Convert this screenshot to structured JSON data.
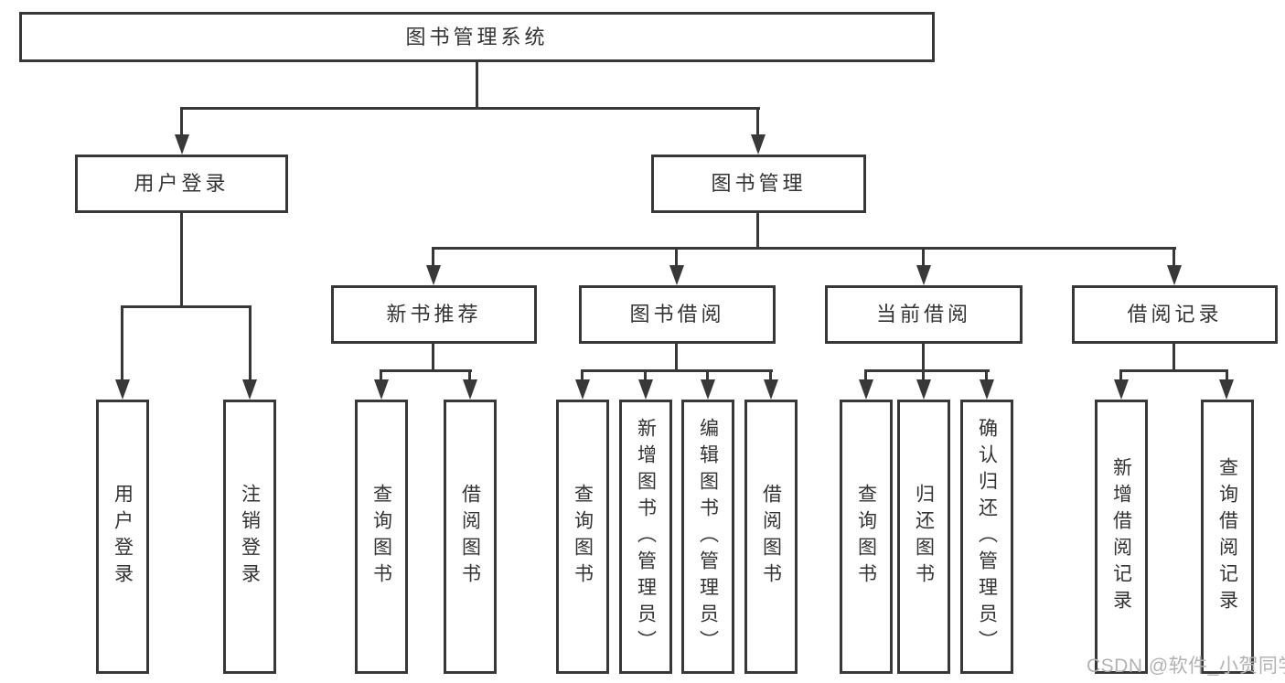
{
  "diagram": {
    "root": "图书管理系统",
    "level2": {
      "user_login": "用户登录",
      "book_management": "图书管理"
    },
    "level3": [
      "新书推荐",
      "图书借阅",
      "当前借阅",
      "借阅记录"
    ],
    "leaves": {
      "login": [
        "用户登录",
        "注销登录"
      ],
      "recommend": [
        "查询图书",
        "借阅图书"
      ],
      "borrow": [
        "查询图书",
        "新增图书（管理员）",
        "编辑图书（管理员）",
        "借阅图书"
      ],
      "current": [
        "查询图书",
        "归还图书",
        "确认归还（管理员）"
      ],
      "records": [
        "新增借阅记录",
        "查询借阅记录"
      ]
    }
  },
  "watermark": {
    "text": "CSDN @软件_小贺同学"
  },
  "colors": {
    "line": "#383838",
    "text": "#333333",
    "watermark": "#b2b2b2",
    "background": "#ffffff"
  }
}
